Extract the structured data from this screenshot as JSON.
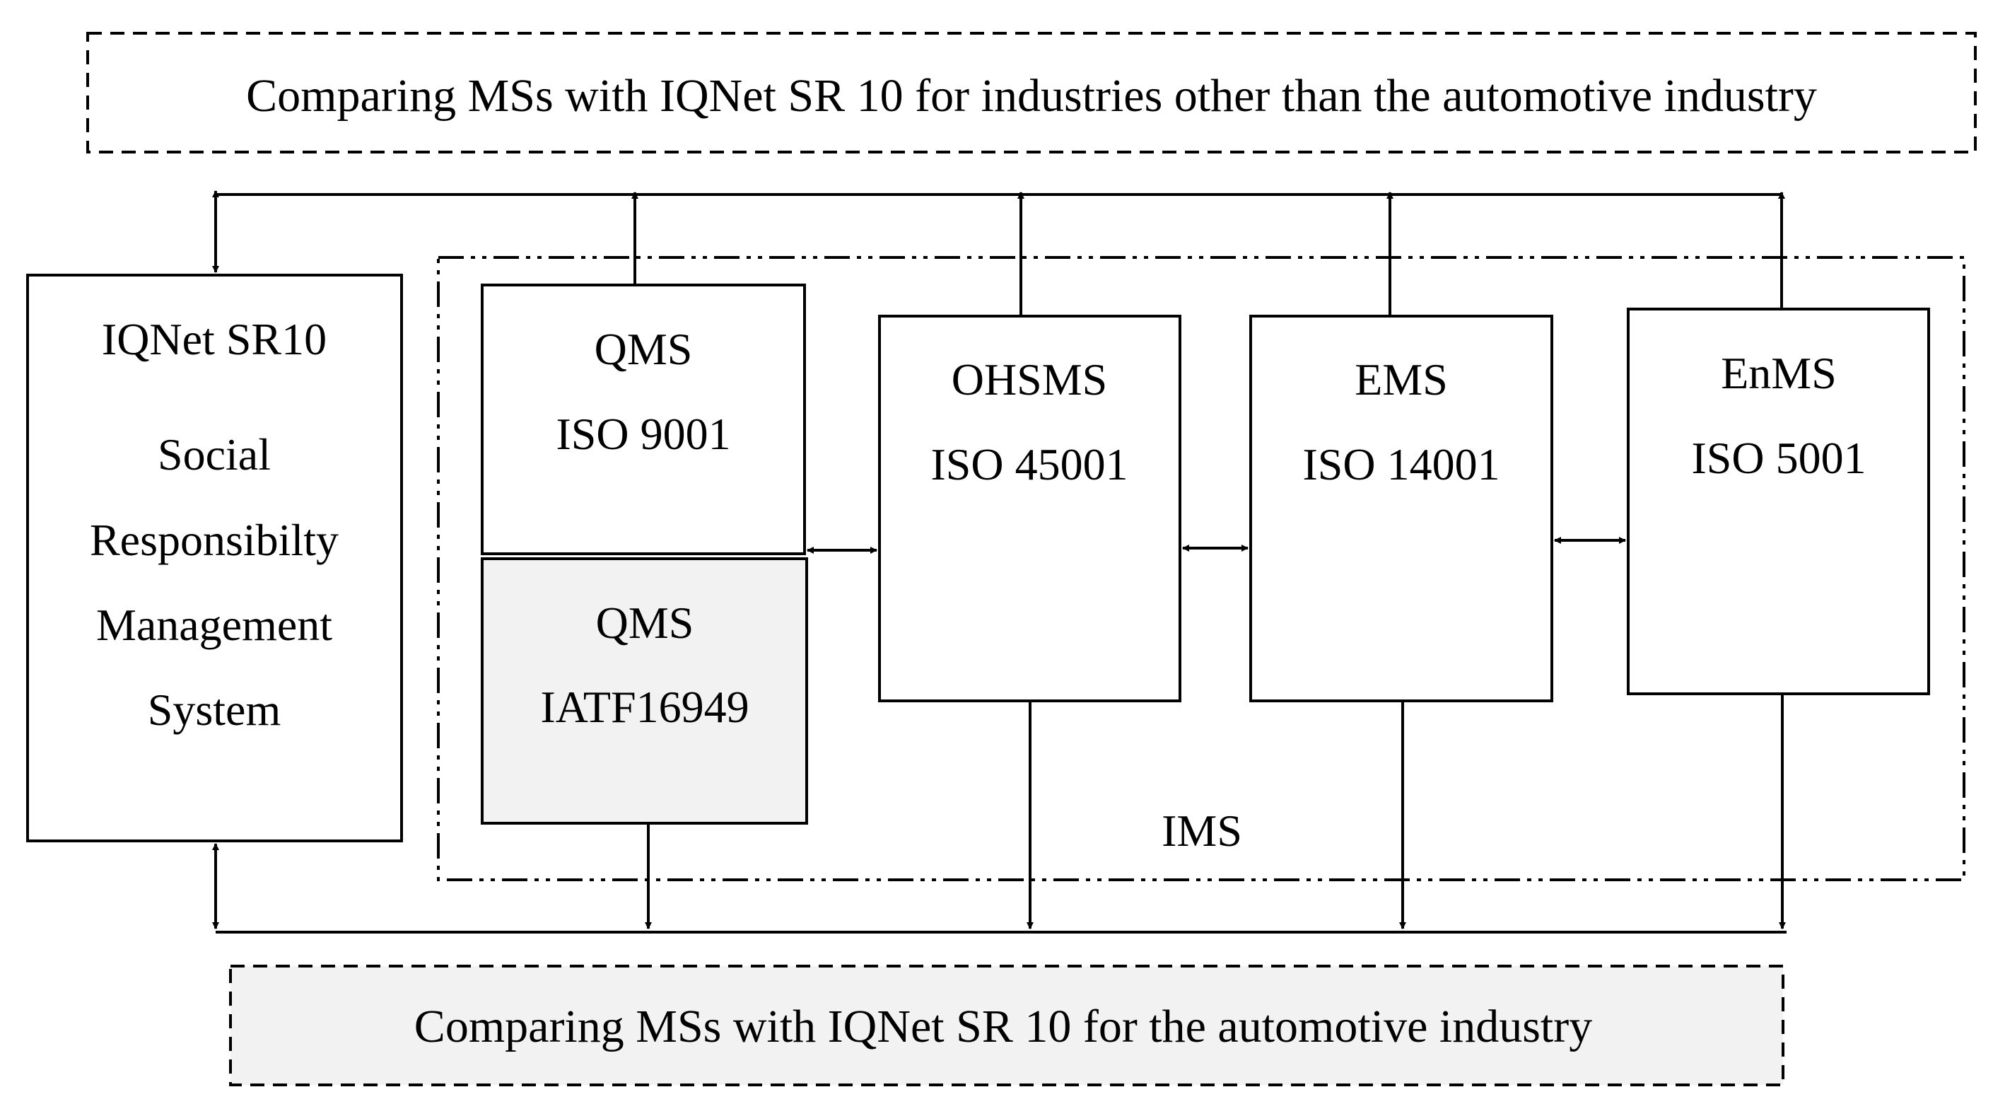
{
  "top_box": {
    "label": "Comparing MSs with IQNet SR 10 for industries other than the automotive industry"
  },
  "bottom_box": {
    "label": "Comparing MSs with IQNet SR 10 for the automotive industry"
  },
  "iqnet": {
    "title": "IQNet SR10",
    "lines": [
      "Social",
      "Responsibilty",
      "Management",
      "System"
    ]
  },
  "qms_iso": {
    "line1": "QMS",
    "line2": "ISO 9001"
  },
  "qms_iatf": {
    "line1": "QMS",
    "line2": "IATF16949"
  },
  "ohsms": {
    "line1": "OHSMS",
    "line2": "ISO 45001"
  },
  "ems": {
    "line1": "EMS",
    "line2": "ISO 14001"
  },
  "enms": {
    "line1": "EnMS",
    "line2": "ISO 5001"
  },
  "ims": {
    "label": "IMS"
  },
  "colors": {
    "line": "#000000",
    "shaded_fill": "#f2f2f2",
    "background": "#ffffff"
  }
}
